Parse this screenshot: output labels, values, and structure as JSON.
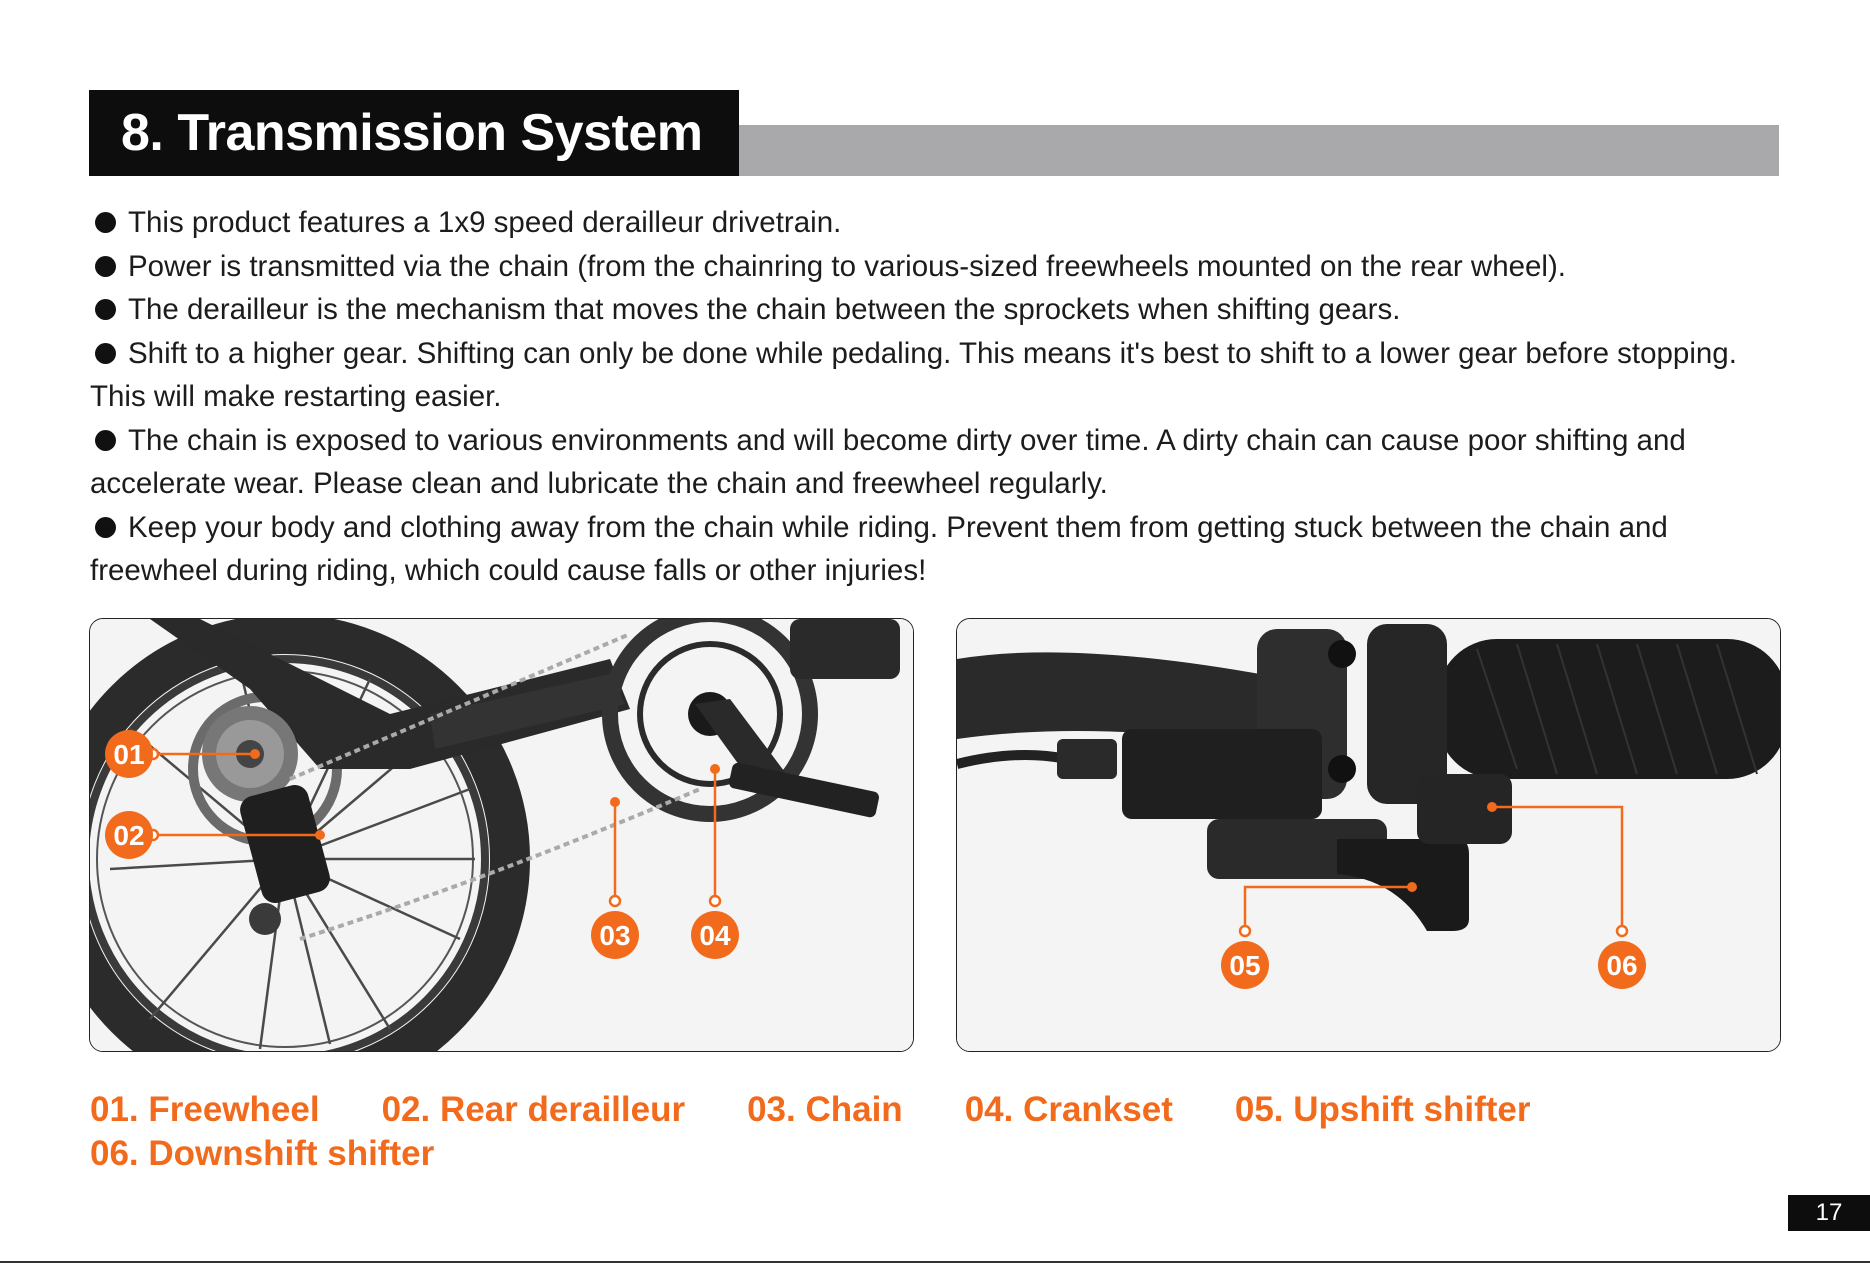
{
  "header": {
    "title": "8. Transmission System"
  },
  "bullets": [
    "This product features a 1x9 speed derailleur drivetrain.",
    "Power is transmitted via the chain (from the chainring to various-sized freewheels mounted on the rear wheel).",
    "The derailleur is the mechanism that moves the chain between the sprockets when shifting gears.",
    "Shift to a higher gear. Shifting can only be done while pedaling. This means it's best to shift to a lower gear before stopping. This will make restarting easier.",
    "The chain is exposed to various environments and will become dirty over time. A dirty chain can cause poor shifting and accelerate wear. Please clean and lubricate the chain and freewheel regularly.",
    "Keep your body and clothing away from the chain while riding. Prevent them from getting stuck between the chain and freewheel during riding, which could cause falls or other injuries!"
  ],
  "callouts": {
    "c01": "01",
    "c02": "02",
    "c03": "03",
    "c04": "04",
    "c05": "05",
    "c06": "06"
  },
  "legend": [
    "01. Freewheel",
    "02. Rear derailleur",
    "03. Chain",
    "04. Crankset",
    "05. Upshift shifter",
    "06. Downshift shifter"
  ],
  "page_number": "17",
  "colors": {
    "accent": "#f26a1c",
    "header_bg": "#0d0d0d",
    "header_bar": "#a9a9ab"
  }
}
